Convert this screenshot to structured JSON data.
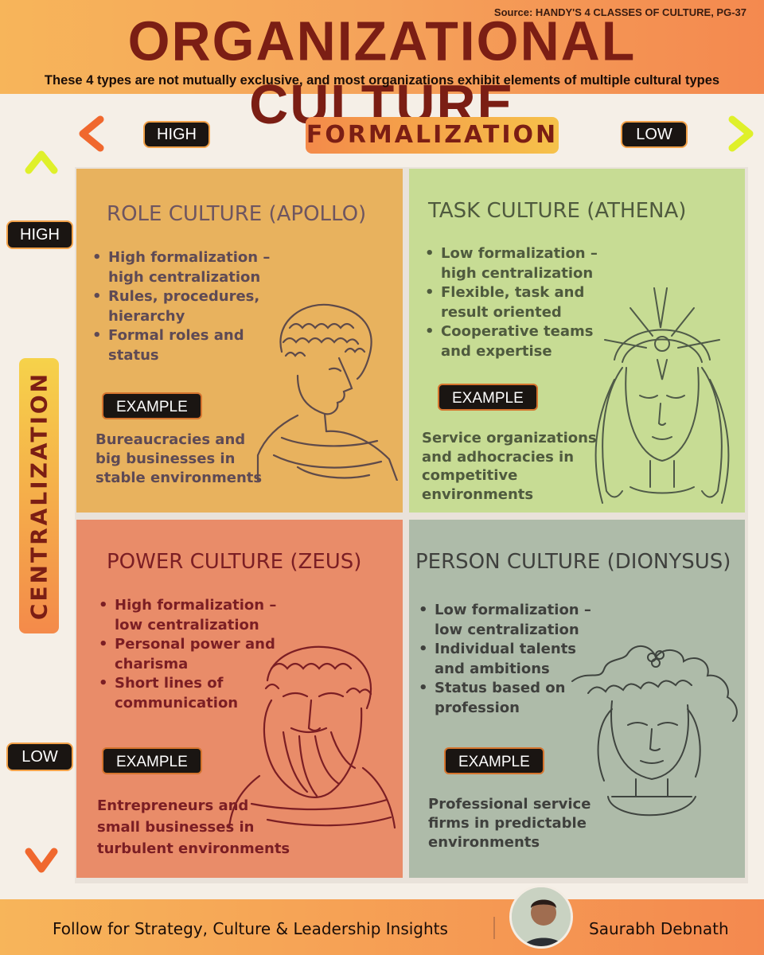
{
  "header": {
    "source": "Source: HANDY'S 4 CLASSES OF CULTURE, PG-37",
    "title": "ORGANIZATIONAL CULTURE",
    "subtitle": "These 4 types are not mutually exclusive, and most organizations exhibit elements of multiple cultural types"
  },
  "axes": {
    "horizontal": {
      "title": "FORMALIZATION",
      "left_label": "HIGH",
      "right_label": "LOW"
    },
    "vertical": {
      "title": "CENTRALIZATION",
      "top_label": "HIGH",
      "bottom_label": "LOW"
    }
  },
  "quadrants": {
    "role": {
      "title": "ROLE CULTURE (APOLLO)",
      "bullets": [
        "High formalization – high centralization",
        "Rules, procedures, hierarchy",
        "Formal roles and status"
      ],
      "bullet_lines": [
        [
          "High formalization –",
          "high centralization"
        ],
        [
          "Rules, procedures,",
          "hierarchy"
        ],
        [
          "Formal roles and",
          "status"
        ]
      ],
      "example_label": "EXAMPLE",
      "example_lines": [
        "Bureaucracies and",
        "big businesses in",
        "stable environments"
      ],
      "icon": "apollo-bust-icon",
      "color": "#e8b25e",
      "title_color": "#6e5560"
    },
    "task": {
      "title": "TASK CULTURE (ATHENA)",
      "bullet_lines": [
        [
          "Low formalization –",
          "high centralization"
        ],
        [
          "Flexible, task and",
          "result oriented"
        ],
        [
          "Cooperative teams",
          "and expertise"
        ]
      ],
      "example_label": "EXAMPLE",
      "example_lines": [
        "Service organizations",
        "and adhocracies in",
        "competitive",
        "environments"
      ],
      "icon": "athena-head-icon",
      "color": "#c7dc94",
      "title_color": "#4f5a3e"
    },
    "power": {
      "title": "POWER CULTURE (ZEUS)",
      "bullet_lines": [
        [
          "High formalization –",
          "low centralization"
        ],
        [
          "Personal power and",
          "charisma"
        ],
        [
          "Short lines of",
          "communication"
        ]
      ],
      "example_label": "EXAMPLE",
      "example_lines": [
        "Entrepreneurs and",
        "small businesses in",
        "turbulent environments"
      ],
      "icon": "zeus-bust-icon",
      "color": "#e98c69",
      "title_color": "#7b1e24"
    },
    "person": {
      "title": "PERSON CULTURE (DIONYSUS)",
      "bullet_lines": [
        [
          "Low formalization –",
          "low centralization"
        ],
        [
          "Individual talents",
          "and ambitions"
        ],
        [
          "Status based on",
          "profession"
        ]
      ],
      "example_label": "EXAMPLE",
      "example_lines": [
        "Professional service",
        "firms in predictable",
        "environments"
      ],
      "icon": "dionysus-bust-icon",
      "color": "#aebba9",
      "title_color": "#3f403d"
    }
  },
  "footer": {
    "cta": "Follow for Strategy, Culture & Leadership Insights",
    "author": "Saurabh Debnath"
  }
}
